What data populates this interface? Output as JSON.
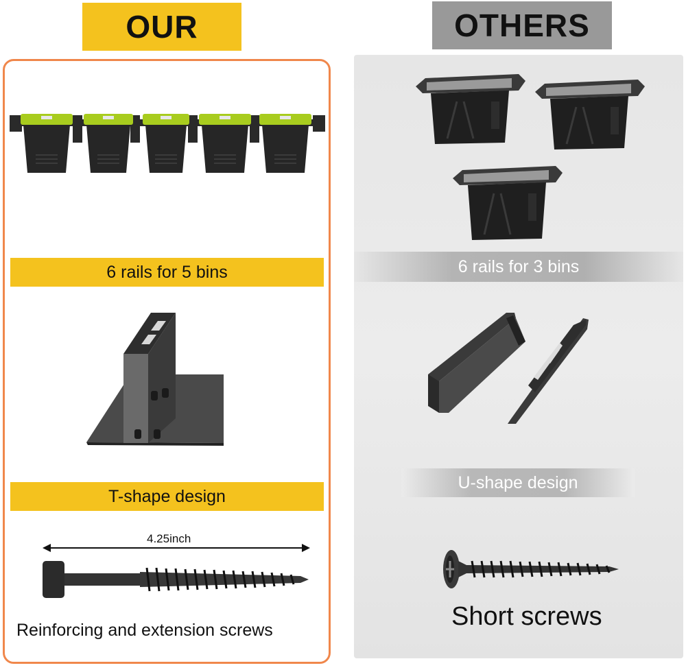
{
  "headers": {
    "our": "OUR",
    "others": "OTHERS"
  },
  "our": {
    "bins_label": "6 rails for 5 bins",
    "design_label": "T-shape design",
    "measure_label": "4.25inch",
    "screw_label": "Reinforcing and extension screws"
  },
  "others": {
    "bins_label": "6 rails for 3 bins",
    "design_label": "U-shape design",
    "screw_label": "Short screws"
  },
  "colors": {
    "accent": "#f4c21e",
    "border": "#f0874b",
    "grey_header": "#999999",
    "bin_lid": "#a8cc1e"
  }
}
